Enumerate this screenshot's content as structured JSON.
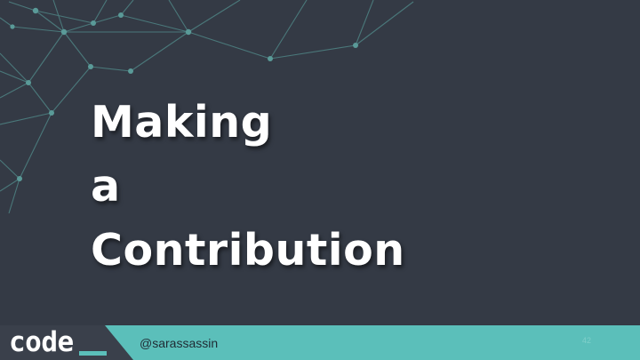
{
  "slide": {
    "title_lines": [
      "Making",
      "a",
      "Contribution"
    ],
    "footer": {
      "logo_text": "code",
      "handle": "@sarassassin",
      "page_number": "42"
    }
  },
  "colors": {
    "background": "#343a45",
    "network_lines": "#4d7f80",
    "network_nodes": "#5a9a98",
    "footer_bar": "#5bbfba",
    "logo_box": "#3a404b",
    "title_text": "#ffffff"
  },
  "icons": {
    "decoration": "network-graph-decoration",
    "logo": "code-logo-icon"
  }
}
